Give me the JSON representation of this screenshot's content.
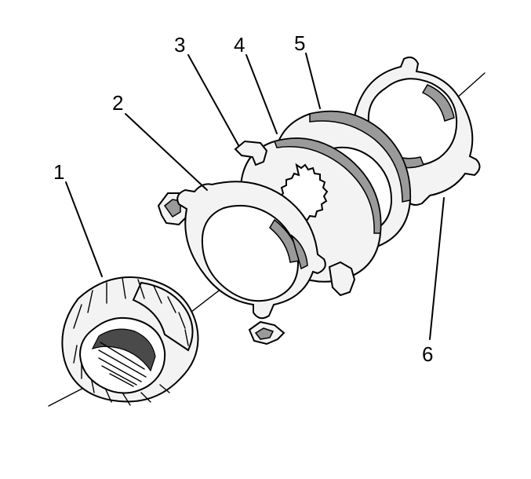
{
  "diagram": {
    "callouts": [
      {
        "id": "1",
        "text": "1"
      },
      {
        "id": "2",
        "text": "2"
      },
      {
        "id": "3",
        "text": "3"
      },
      {
        "id": "4",
        "text": "4"
      },
      {
        "id": "5",
        "text": "5"
      },
      {
        "id": "6",
        "text": "6"
      }
    ],
    "colors": {
      "ink": "#000000",
      "shade": "#9a9a9a",
      "dark": "#4a4a4a",
      "background": "#ffffff"
    }
  }
}
